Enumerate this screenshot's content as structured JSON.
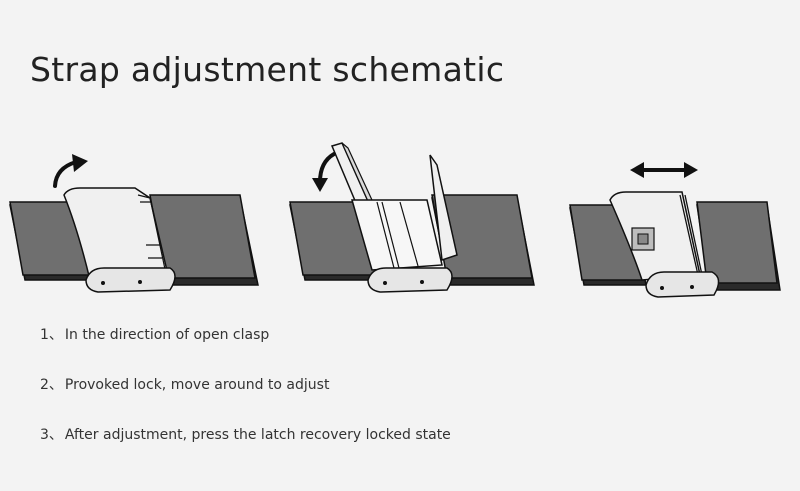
{
  "title": "Strap adjustment schematic",
  "steps": [
    {
      "number": "1、",
      "text": "In the direction of open clasp"
    },
    {
      "number": "2、",
      "text": "Provoked lock, move around to adjust"
    },
    {
      "number": "3、",
      "text": "After adjustment, press the latch recovery locked state"
    }
  ],
  "colors": {
    "strap": "#6f6f6f",
    "strap_side": "#2a2a2a",
    "clasp": "#f0f0f0",
    "outline": "#111111",
    "background": "#f3f3f3"
  },
  "icons": [
    "rotate-arrow-icon",
    "rotate-back-arrow-icon",
    "double-arrow-icon"
  ]
}
